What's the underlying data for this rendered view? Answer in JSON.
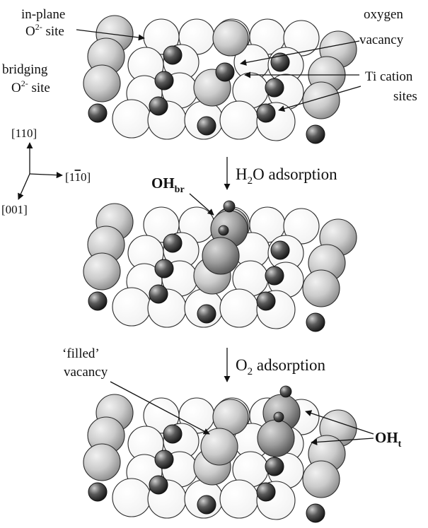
{
  "labels": {
    "in_plane_1": "in-plane",
    "in_plane_2": "O",
    "in_plane_sup": "2-",
    "in_plane_3": " site",
    "bridging_1": "bridging",
    "bridging_2": "O",
    "bridging_sup": "2-",
    "bridging_3": " site",
    "oxygen_vacancy_1": "oxygen",
    "oxygen_vacancy_2": "vacancy",
    "ti_cation_1": "Ti cation",
    "ti_cation_2": "sites",
    "oh_br": "OH",
    "oh_br_sub": "br",
    "filled_1": "‘filled’",
    "filled_2": "vacancy",
    "oh_t": "OH",
    "oh_t_sub": "t"
  },
  "steps": {
    "h2o_1": "H",
    "h2o_sub": "2",
    "h2o_2": "O adsorption",
    "o2_1": "O",
    "o2_sub": "2",
    "o2_2": " adsorption"
  },
  "axes": {
    "y_axis": "[110]",
    "x_axis_pre": "[1",
    "x_axis_bar": "1",
    "x_axis_post": "0]",
    "z_axis": "[001]"
  },
  "colors": {
    "white_atom": "#ffffff",
    "gray_atom": "#cfcfcf",
    "ti_atom": "#3a3a3a",
    "oh_atom": "#9a9a9a"
  }
}
